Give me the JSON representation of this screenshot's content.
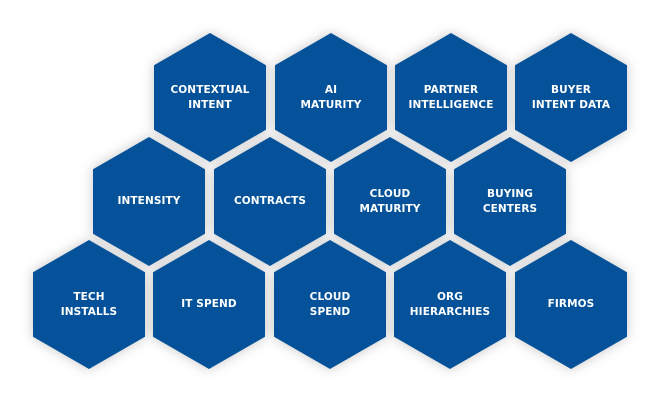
{
  "colors": {
    "hex_fill": "#05529a",
    "text": "#ffffff"
  },
  "rows": [
    [
      "CONTEXTUAL\nINTENT",
      "AI\nMATURITY",
      "PARTNER\nINTELLIGENCE",
      "BUYER\nINTENT DATA"
    ],
    [
      "INTENSITY",
      "CONTRACTS",
      "CLOUD\nMATURITY",
      "BUYING\nCENTERS"
    ],
    [
      "TECH\nINSTALLS",
      "IT SPEND",
      "CLOUD\nSPEND",
      "ORG\nHIERARCHIES",
      "FIRMOS"
    ]
  ]
}
